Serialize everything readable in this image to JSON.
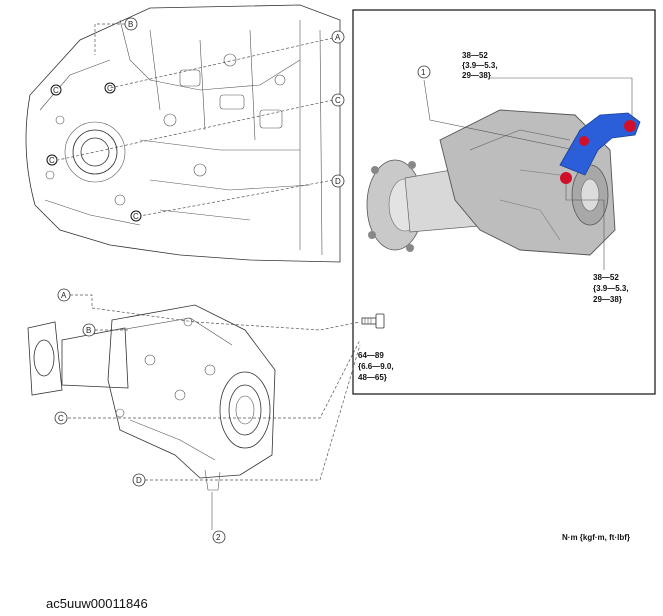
{
  "callouts": {
    "A": "A",
    "B": "B",
    "C": "C",
    "D": "D",
    "C_mark": "C",
    "item1": "1",
    "item2": "2"
  },
  "torques": {
    "upper_right": [
      "38—52",
      "{3.9—5.3,",
      "29—38}"
    ],
    "lower_right": [
      "38—52",
      "{3.9—5.3,",
      "29—38}"
    ],
    "bolt": [
      "64—89",
      "{6.6—9.0,",
      "48—65}"
    ]
  },
  "units": "N·m {kgf·m, ft·lbf}",
  "figure_id": "ac5uuw00011846",
  "colors": {
    "bracket": "#2b5fd9",
    "bolt_highlight": "#d0102a",
    "line": "#333333"
  }
}
